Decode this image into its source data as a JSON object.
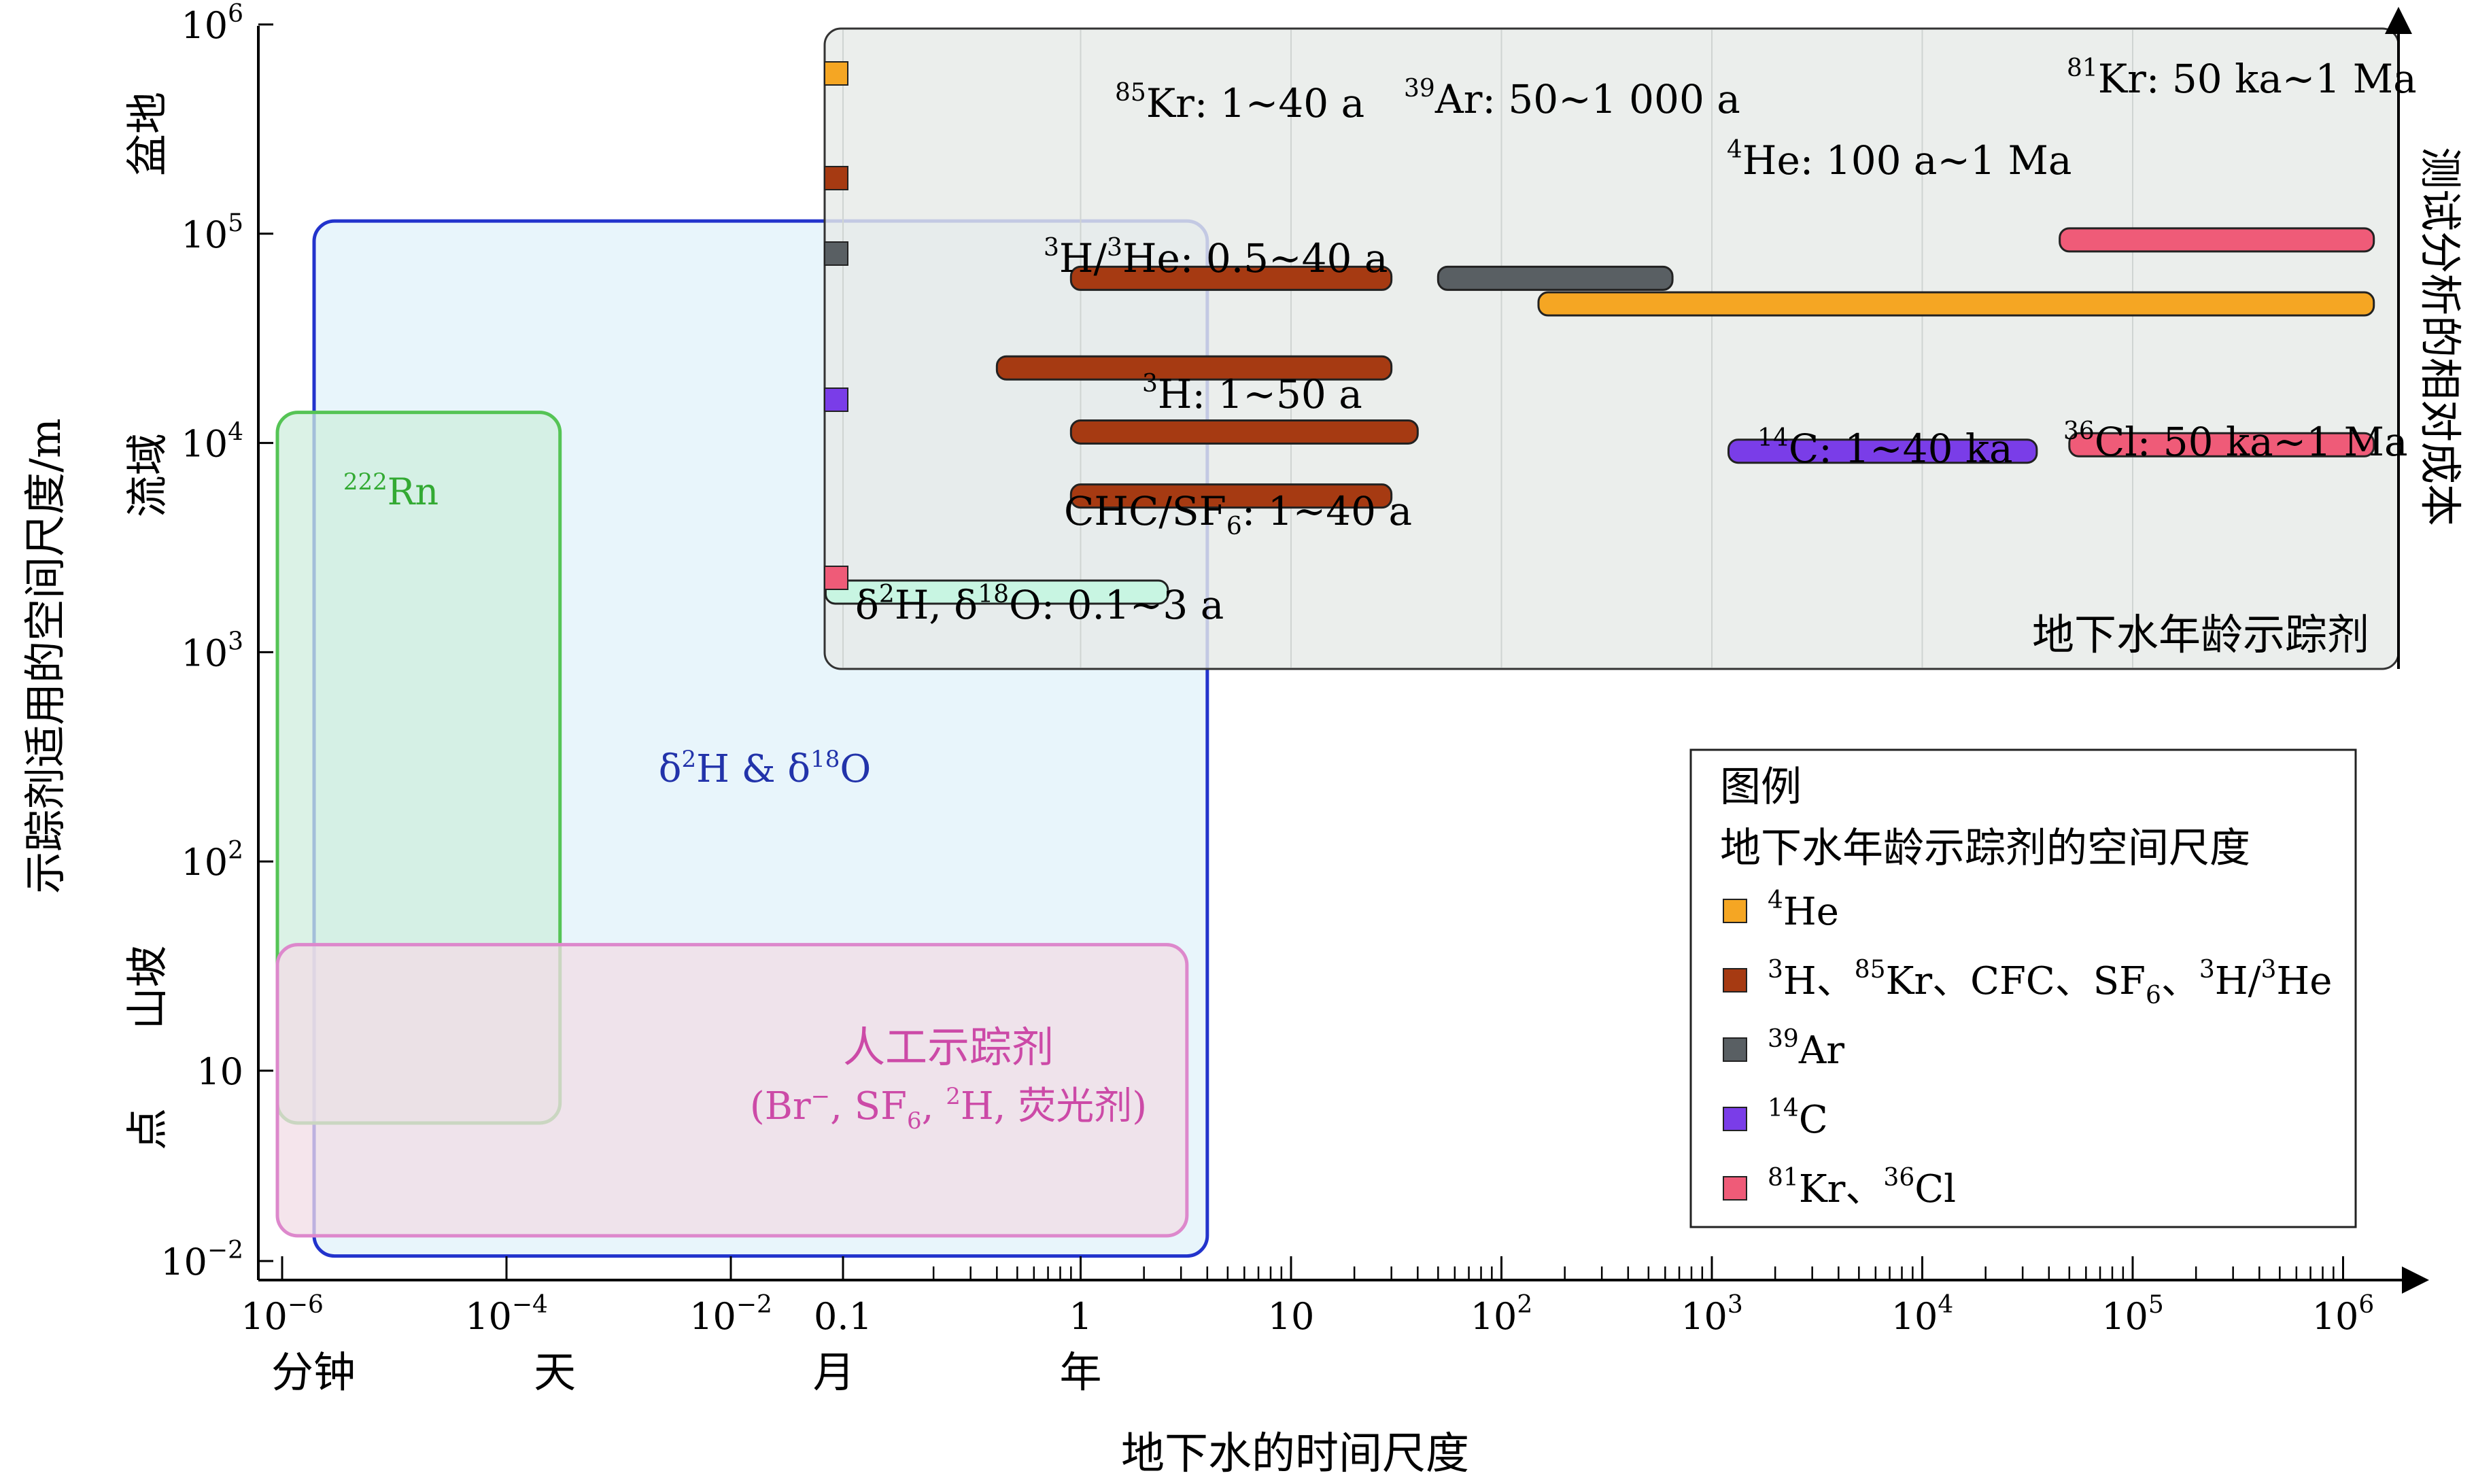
{
  "chart_data": {
    "type": "range-bar",
    "xlabel": "地下水的时间尺度",
    "ylabel": "示踪剂适用的空间尺度/m",
    "right_axis_label": "测试分析的相对成本",
    "x_scale": "log",
    "y_scale": "log",
    "x_ticks": [
      {
        "value": 1e-06,
        "base": "10",
        "exp": "−6"
      },
      {
        "value": 0.0001,
        "base": "10",
        "exp": "−4"
      },
      {
        "value": 0.01,
        "base": "10",
        "exp": "−2"
      },
      {
        "value": 0.1,
        "label": "0.1"
      },
      {
        "value": 1,
        "label": "1"
      },
      {
        "value": 10,
        "label": "10"
      },
      {
        "value": 100,
        "base": "10",
        "exp": "2"
      },
      {
        "value": 1000,
        "base": "10",
        "exp": "3"
      },
      {
        "value": 10000,
        "base": "10",
        "exp": "4"
      },
      {
        "value": 100000,
        "base": "10",
        "exp": "5"
      },
      {
        "value": 1000000,
        "base": "10",
        "exp": "6"
      }
    ],
    "x_time_labels": [
      {
        "value": 1.9e-06,
        "label": "分钟"
      },
      {
        "value": 0.00027,
        "label": "天"
      },
      {
        "value": 0.083,
        "label": "月"
      },
      {
        "value": 1,
        "label": "年"
      }
    ],
    "y_ticks": [
      {
        "value": 1000000,
        "base": "10",
        "exp": "6"
      },
      {
        "value": 100000,
        "base": "10",
        "exp": "5"
      },
      {
        "value": 10000,
        "base": "10",
        "exp": "4"
      },
      {
        "value": 1000,
        "base": "10",
        "exp": "3"
      },
      {
        "value": 100,
        "base": "10",
        "exp": "2"
      },
      {
        "value": 10,
        "label": "10"
      },
      {
        "value": 0.01,
        "base": "10",
        "exp": "−2"
      }
    ],
    "y_scale_labels": [
      {
        "value": 300000,
        "label": "盆地"
      },
      {
        "value": 7000,
        "label": "流域"
      },
      {
        "value": 25,
        "label": "山坡"
      },
      {
        "value": 1.2,
        "label": "点"
      }
    ],
    "spatial_regions": [
      {
        "name": "δ2H & δ18O",
        "x": [
          1.6e-06,
          4.0
        ],
        "y": [
          0.012,
          115000
        ],
        "color": "#2233cc",
        "fill": "#e6f4fb"
      },
      {
        "name": "222Rn",
        "x": [
          1e-06,
          0.0003
        ],
        "y": [
          1.5,
          14000
        ],
        "color": "#55c455",
        "fill": "#cfeedd"
      },
      {
        "name": "人工示踪剂",
        "line2": "(Br−, SF6, 2H, 荧光剂)",
        "x": [
          1e-06,
          3.2
        ],
        "y": [
          0.025,
          40
        ],
        "color": "#dd88cc",
        "fill": "#f2dce6"
      }
    ],
    "tracer_box_label": "地下水年龄示踪剂",
    "tracers": [
      {
        "label": "85Kr: 1~40 a",
        "x": [
          0.9,
          30
        ],
        "cost_level": 0.61,
        "color": "#a63a12"
      },
      {
        "label": "39Ar: 50~1 000 a",
        "x": [
          50,
          650
        ],
        "cost_level": 0.61,
        "color": "#595f63"
      },
      {
        "label": "81Kr: 50 ka~1 Ma",
        "x": [
          45000,
          1400000
        ],
        "cost_level": 0.67,
        "color": "#ef5b78"
      },
      {
        "label": "4He: 100 a~1 Ma",
        "x": [
          150,
          1400000
        ],
        "cost_level": 0.57,
        "color": "#f5a623"
      },
      {
        "label": "3H/3He: 0.5~40 a",
        "x": [
          0.4,
          30
        ],
        "cost_level": 0.47,
        "color": "#a63a12"
      },
      {
        "label": "3H: 1~50 a",
        "x": [
          0.9,
          40
        ],
        "cost_level": 0.37,
        "color": "#a63a12"
      },
      {
        "label": "14C: 1~40 ka",
        "x": [
          1200,
          35000
        ],
        "cost_level": 0.34,
        "color": "#7a3de8"
      },
      {
        "label": "36Cl: 50 ka~1 Ma",
        "x": [
          50000,
          1400000
        ],
        "cost_level": 0.35,
        "color": "#ef5b78"
      },
      {
        "label": "CHC/SF6: 1~40 a",
        "x": [
          0.9,
          30
        ],
        "cost_level": 0.27,
        "color": "#a63a12"
      },
      {
        "label": "δ2H, δ18O: 0.1~3 a",
        "x": [
          0.07,
          2.6
        ],
        "cost_level": 0.12,
        "color": "#c8f5e2"
      }
    ],
    "cost_markers": [
      "#f5a623",
      "#a63a12",
      "#595f63",
      "#7a3de8",
      "#ef5b78"
    ],
    "legend": {
      "title": "图例",
      "subtitle": "地下水年龄示踪剂的空间尺度",
      "entries": [
        {
          "label": "4He",
          "color": "#f5a623"
        },
        {
          "label": "3H、85Kr、CFC、SF6、3H/3He",
          "color": "#a63a12"
        },
        {
          "label": "39Ar",
          "color": "#595f63"
        },
        {
          "label": "14C",
          "color": "#7a3de8"
        },
        {
          "label": "81Kr、36Cl",
          "color": "#ef5b78"
        }
      ]
    }
  }
}
